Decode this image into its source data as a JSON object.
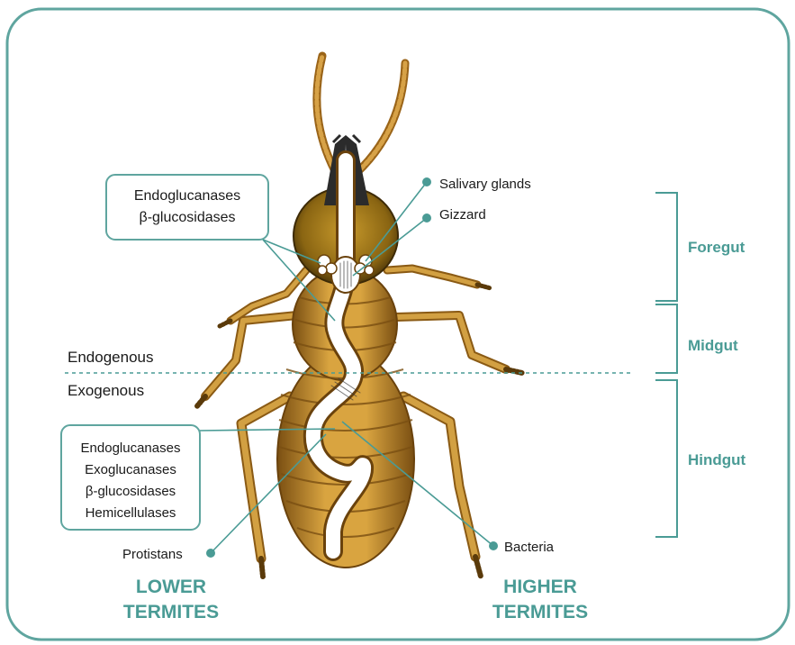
{
  "colors": {
    "teal": "#4a9b95",
    "frame": "#5fa59f",
    "body_gold": "#c8922e",
    "body_dark": "#7a4f12",
    "head_dark": "#2b2b2b",
    "gut": "#ffffff"
  },
  "regions": {
    "endogenous": "Endogenous",
    "exogenous": "Exogenous"
  },
  "upper_box": {
    "line1": "Endoglucanases",
    "line2": "β-glucosidases"
  },
  "lower_box": {
    "line1": "Endoglucanases",
    "line2": "Exoglucanases",
    "line3": "β-glucosidases",
    "line4": "Hemicellulases"
  },
  "callouts": {
    "salivary": "Salivary glands",
    "gizzard": "Gizzard",
    "protistans": "Protistans",
    "bacteria": "Bacteria"
  },
  "gut_sections": {
    "foregut": "Foregut",
    "midgut": "Midgut",
    "hindgut": "Hindgut"
  },
  "groups": {
    "lower_line1": "LOWER",
    "lower_line2": "TERMITES",
    "higher_line1": "HIGHER",
    "higher_line2": "TERMITES"
  }
}
